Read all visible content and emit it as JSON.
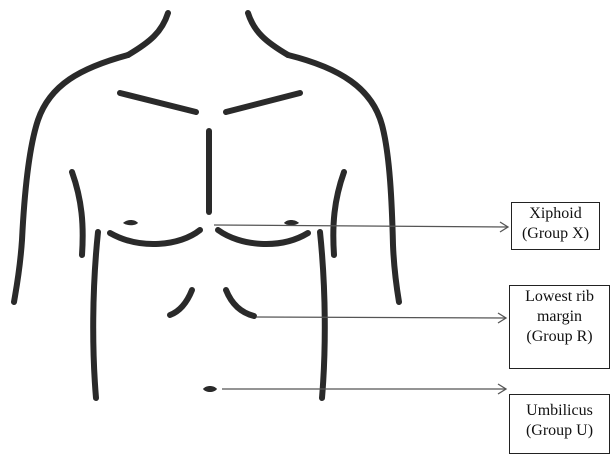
{
  "colors": {
    "outline": "#2a2a2a",
    "pointer": "#555555",
    "box_border": "#222222",
    "text": "#111111"
  },
  "labels": {
    "xiphoid": {
      "line1": "Xiphoid",
      "line2": "(Group X)"
    },
    "rib": {
      "line1": "Lowest rib",
      "line2": "margin",
      "line3": "(Group R)"
    },
    "umbilicus": {
      "line1": "Umbilicus",
      "line2": "(Group U)"
    }
  }
}
